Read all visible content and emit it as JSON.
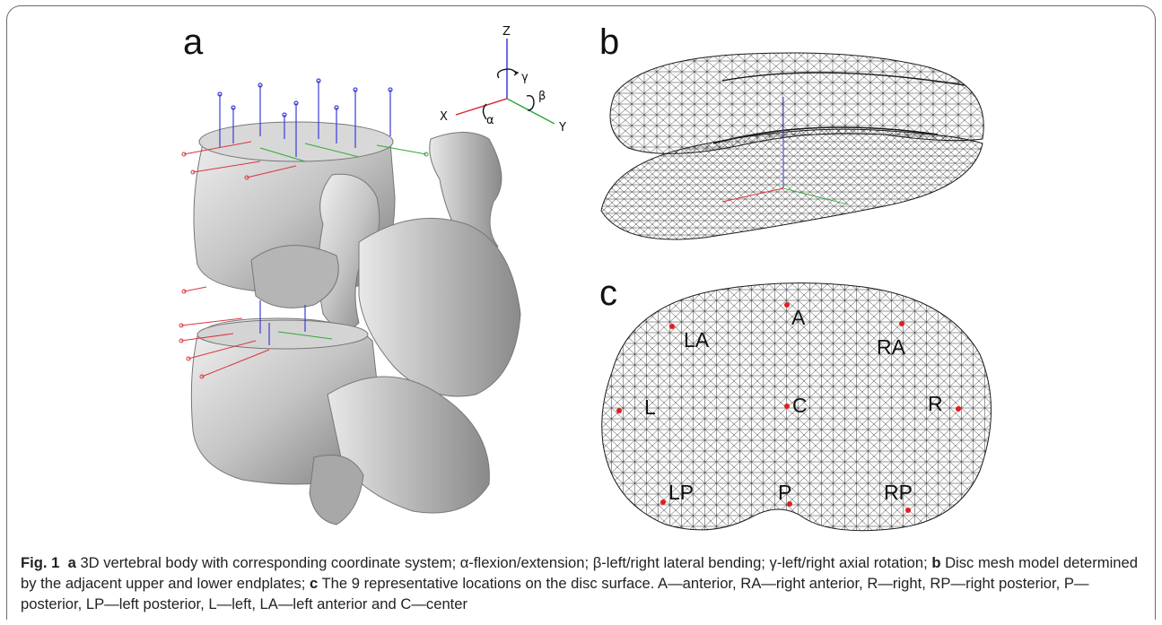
{
  "panels": {
    "a": {
      "letter": "a"
    },
    "b": {
      "letter": "b"
    },
    "c": {
      "letter": "c"
    }
  },
  "axes": {
    "z": "Z",
    "x": "X",
    "y": "Y",
    "gamma": "γ",
    "alpha": "α",
    "beta": "β"
  },
  "locations": {
    "A": "A",
    "RA": "RA",
    "R": "R",
    "RP": "RP",
    "P": "P",
    "LP": "LP",
    "L": "L",
    "LA": "LA",
    "C": "C"
  },
  "caption": {
    "fig_label": "Fig. 1",
    "a_letter": "a",
    "a_text": "3D vertebral body with corresponding coordinate system; α-flexion/extension; β-left/right lateral bending; γ-left/right axial rotation;",
    "b_letter": "b",
    "b_text": "Disc mesh model determined by the adjacent upper and lower endplates;",
    "c_letter": "c",
    "c_text": "The 9 representative locations on the disc surface. A—anterior, RA—right anterior, R—right, RP—right posterior, P—posterior, LP—left posterior, L—left, LA—left anterior and C—center"
  },
  "colors": {
    "x_axis": "#d9363e",
    "y_axis": "#2eaa3a",
    "z_axis": "#3b3bd8",
    "marker": "#e01e1e",
    "mesh_line": "#1a1a1a",
    "bone_fill": "#c9c9c9"
  }
}
